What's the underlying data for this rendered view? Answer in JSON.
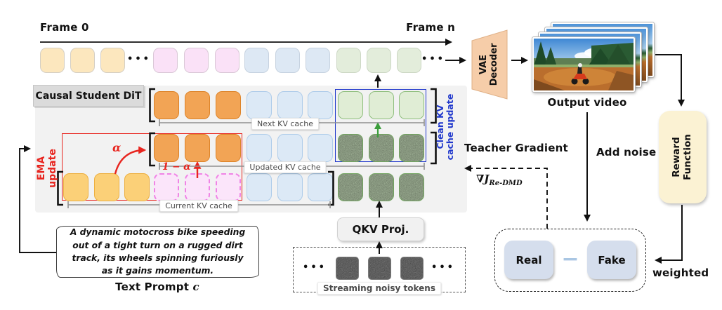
{
  "ui": {
    "dots": "•••"
  },
  "timeline": {
    "start": "Frame 0",
    "end": "Frame n"
  },
  "student": {
    "title": "Causal Student DiT",
    "ema_label": "EMA update",
    "alpha": "α",
    "one_minus_alpha": "1 − α",
    "clean_kv_line1": "Clean KV",
    "clean_kv_line2": "cache update",
    "ruler_next": "Next KV cache",
    "ruler_updated": "Updated KV cache",
    "ruler_current": "Current KV cache"
  },
  "bottom": {
    "qkv": "QKV Proj.",
    "streaming": "Streaming noisy tokens",
    "prompt_text": "A dynamic motocross bike speeding out of a tight turn on a rugged dirt track, its wheels spinning furiously as it gains momentum.",
    "prompt_caption": "Text Prompt",
    "prompt_var": "c"
  },
  "right": {
    "vae_line1": "VAE",
    "vae_line2": "Decoder",
    "output_video": "Output video",
    "add_noise": "Add noise",
    "teacher_gradient": "Teacher Gradient",
    "grad_nabla": "∇",
    "grad_j": "J",
    "grad_sub": "Re-DMD",
    "reward_line1": "Reward",
    "reward_line2": "Function",
    "real": "Real",
    "fake": "Fake",
    "minus": "−",
    "weighted": "weighted"
  },
  "colors": {
    "accent_red": "#E8251F",
    "accent_blue": "#2038CC",
    "green_arrow": "#3C9E3C",
    "orange_token": "#F2A455",
    "panel_gray": "#F2F2F2",
    "reward_fill": "#FBF2D3",
    "vae_fill": "#F6CDA9",
    "real_fake_fill": "#D5DEED",
    "minus_bar": "#A9C6E3"
  }
}
